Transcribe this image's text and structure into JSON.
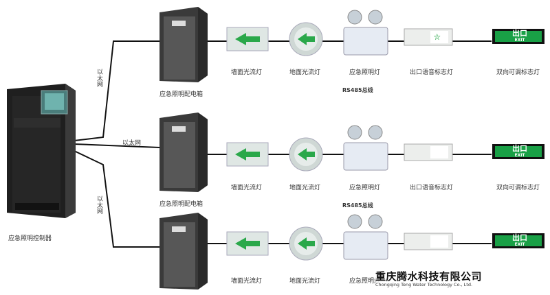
{
  "controller": {
    "label": "应急照明控制器"
  },
  "network": {
    "top": "以太网",
    "middle": "以太网",
    "bottom": "以太网"
  },
  "rows": [
    {
      "box_label": "应急照明配电箱",
      "devices": [
        "墙面光流灯",
        "地面光流灯",
        "应急照明灯",
        "出口语音标志灯",
        "双向可调标志灯"
      ],
      "bus_label": "RS485总线"
    },
    {
      "box_label": "应急照明配电箱",
      "devices": [
        "墙面光流灯",
        "地面光流灯",
        "应急照明灯",
        "出口语音标志灯",
        "双向可调标志灯"
      ],
      "bus_label": "RS485总线"
    },
    {
      "box_label": "",
      "devices": [
        "墙面光流灯",
        "地面光流灯",
        "应急照明灯",
        "",
        ""
      ],
      "bus_label": ""
    }
  ],
  "exit_sign": {
    "main": "出口",
    "sub": "EXIT"
  },
  "company": {
    "name": "重庆腾水科技有限公司",
    "name_en": "Chongqing Teng Water Technology Co., Ltd."
  }
}
